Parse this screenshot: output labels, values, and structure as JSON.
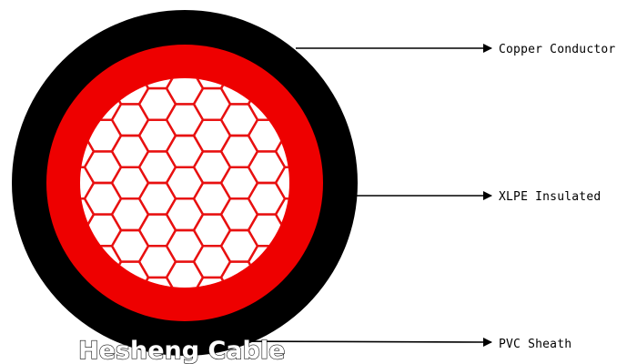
{
  "diagram": {
    "labels": {
      "conductor": "Copper Conductor",
      "insulation": "XLPE Insulated",
      "sheath": "PVC Sheath"
    },
    "watermark": "Hesheng Cable"
  },
  "colors": {
    "sheath": "#000000",
    "insulation": "#ee0000",
    "conductor_fill": "#ffffff",
    "strand_outline": "#e81010",
    "leader_line": "#000000"
  }
}
